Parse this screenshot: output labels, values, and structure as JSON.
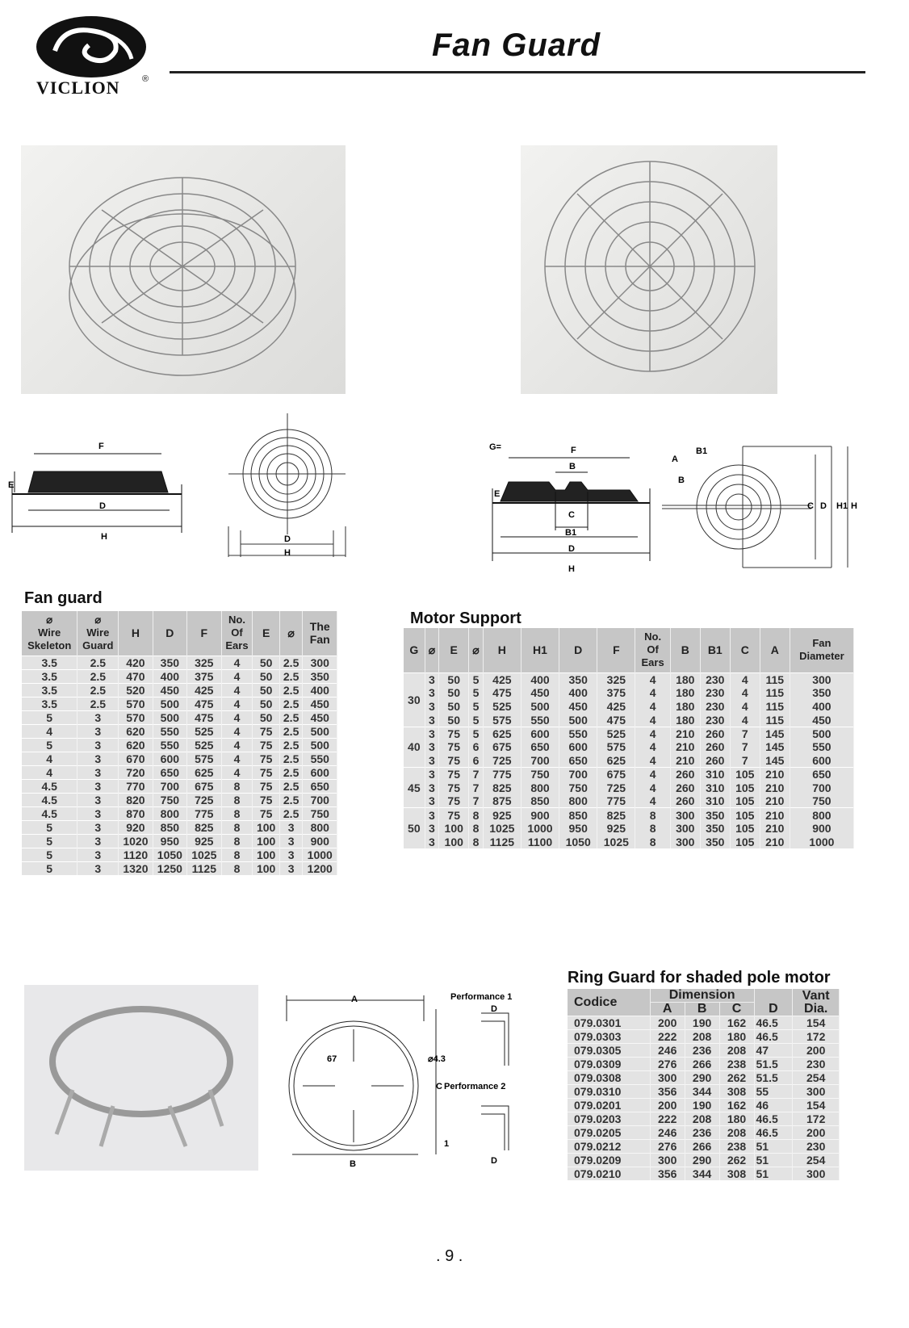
{
  "header": {
    "brand": "VICLION",
    "registered": "®",
    "title": "Fan  Guard"
  },
  "diagram_labels": {
    "d1": {
      "F": "F",
      "E": "E",
      "D": "D",
      "H": "H"
    },
    "d2": {
      "D": "D",
      "H": "H"
    },
    "d3": {
      "G": "G=",
      "F": "F",
      "B": "B",
      "E": "E",
      "C": "C",
      "B1": "B1",
      "D": "D",
      "H": "H"
    },
    "d4": {
      "A": "A",
      "B1": "B1",
      "B": "B",
      "C": "C",
      "D": "D",
      "H1": "H1",
      "H": "H"
    },
    "ring": {
      "A": "A",
      "B": "B",
      "C": "C",
      "dim67": "67",
      "phi43": "⌀4.3",
      "perf1": "Performance 1",
      "perf2": "Performance 2",
      "D1": "D",
      "D2": "D",
      "one": "1"
    }
  },
  "fan_guard": {
    "title": "Fan guard",
    "headers": [
      "⌀\nWire\nSkeleton",
      "⌀\nWire\nGuard",
      "H",
      "D",
      "F",
      "No.\nOf\nEars",
      "E",
      "⌀",
      "The\nFan"
    ],
    "rows": [
      [
        "3.5",
        "2.5",
        "420",
        "350",
        "325",
        "4",
        "50",
        "2.5",
        "300"
      ],
      [
        "3.5",
        "2.5",
        "470",
        "400",
        "375",
        "4",
        "50",
        "2.5",
        "350"
      ],
      [
        "3.5",
        "2.5",
        "520",
        "450",
        "425",
        "4",
        "50",
        "2.5",
        "400"
      ],
      [
        "3.5",
        "2.5",
        "570",
        "500",
        "475",
        "4",
        "50",
        "2.5",
        "450"
      ],
      [
        "5",
        "3",
        "570",
        "500",
        "475",
        "4",
        "50",
        "2.5",
        "450"
      ],
      [
        "4",
        "3",
        "620",
        "550",
        "525",
        "4",
        "75",
        "2.5",
        "500"
      ],
      [
        "5",
        "3",
        "620",
        "550",
        "525",
        "4",
        "75",
        "2.5",
        "500"
      ],
      [
        "4",
        "3",
        "670",
        "600",
        "575",
        "4",
        "75",
        "2.5",
        "550"
      ],
      [
        "4",
        "3",
        "720",
        "650",
        "625",
        "4",
        "75",
        "2.5",
        "600"
      ],
      [
        "4.5",
        "3",
        "770",
        "700",
        "675",
        "8",
        "75",
        "2.5",
        "650"
      ],
      [
        "4.5",
        "3",
        "820",
        "750",
        "725",
        "8",
        "75",
        "2.5",
        "700"
      ],
      [
        "4.5",
        "3",
        "870",
        "800",
        "775",
        "8",
        "75",
        "2.5",
        "750"
      ],
      [
        "5",
        "3",
        "920",
        "850",
        "825",
        "8",
        "100",
        "3",
        "800"
      ],
      [
        "5",
        "3",
        "1020",
        "950",
        "925",
        "8",
        "100",
        "3",
        "900"
      ],
      [
        "5",
        "3",
        "1120",
        "1050",
        "1025",
        "8",
        "100",
        "3",
        "1000"
      ],
      [
        "5",
        "3",
        "1320",
        "1250",
        "1125",
        "8",
        "100",
        "3",
        "1200"
      ]
    ]
  },
  "motor_support": {
    "title": "Motor Support",
    "headers": [
      "G",
      "⌀",
      "E",
      "⌀",
      "H",
      "H1",
      "D",
      "F",
      "No.\nOf\nEars",
      "B",
      "B1",
      "C",
      "A",
      "Fan\nDiameter"
    ],
    "groups": [
      {
        "G": "30",
        "rows": [
          [
            "3",
            "50",
            "5",
            "425",
            "400",
            "350",
            "325",
            "4",
            "180",
            "230",
            "4",
            "115",
            "300"
          ],
          [
            "3",
            "50",
            "5",
            "475",
            "450",
            "400",
            "375",
            "4",
            "180",
            "230",
            "4",
            "115",
            "350"
          ],
          [
            "3",
            "50",
            "5",
            "525",
            "500",
            "450",
            "425",
            "4",
            "180",
            "230",
            "4",
            "115",
            "400"
          ],
          [
            "3",
            "50",
            "5",
            "575",
            "550",
            "500",
            "475",
            "4",
            "180",
            "230",
            "4",
            "115",
            "450"
          ]
        ]
      },
      {
        "G": "40",
        "rows": [
          [
            "3",
            "75",
            "5",
            "625",
            "600",
            "550",
            "525",
            "4",
            "210",
            "260",
            "7",
            "145",
            "500"
          ],
          [
            "3",
            "75",
            "6",
            "675",
            "650",
            "600",
            "575",
            "4",
            "210",
            "260",
            "7",
            "145",
            "550"
          ],
          [
            "3",
            "75",
            "6",
            "725",
            "700",
            "650",
            "625",
            "4",
            "210",
            "260",
            "7",
            "145",
            "600"
          ]
        ]
      },
      {
        "G": "45",
        "rows": [
          [
            "3",
            "75",
            "7",
            "775",
            "750",
            "700",
            "675",
            "4",
            "260",
            "310",
            "105",
            "210",
            "650"
          ],
          [
            "3",
            "75",
            "7",
            "825",
            "800",
            "750",
            "725",
            "4",
            "260",
            "310",
            "105",
            "210",
            "700"
          ],
          [
            "3",
            "75",
            "7",
            "875",
            "850",
            "800",
            "775",
            "4",
            "260",
            "310",
            "105",
            "210",
            "750"
          ]
        ]
      },
      {
        "G": "50",
        "rows": [
          [
            "3",
            "75",
            "8",
            "925",
            "900",
            "850",
            "825",
            "8",
            "300",
            "350",
            "105",
            "210",
            "800"
          ],
          [
            "3",
            "100",
            "8",
            "1025",
            "1000",
            "950",
            "925",
            "8",
            "300",
            "350",
            "105",
            "210",
            "900"
          ],
          [
            "3",
            "100",
            "8",
            "1125",
            "1100",
            "1050",
            "1025",
            "8",
            "300",
            "350",
            "105",
            "210",
            "1000"
          ]
        ]
      }
    ]
  },
  "ring_guard": {
    "title": "Ring Guard for shaded pole motor",
    "headers": {
      "codice": "Codice",
      "dimension": "Dimension",
      "A": "A",
      "B": "B",
      "C": "C",
      "D": "D",
      "vant": "Vant\nDia."
    },
    "rows": [
      [
        "079.0301",
        "200",
        "190",
        "162",
        "46.5",
        "154"
      ],
      [
        "079.0303",
        "222",
        "208",
        "180",
        "46.5",
        "172"
      ],
      [
        "079.0305",
        "246",
        "236",
        "208",
        "47",
        "200"
      ],
      [
        "079.0309",
        "276",
        "266",
        "238",
        "51.5",
        "230"
      ],
      [
        "079.0308",
        "300",
        "290",
        "262",
        "51.5",
        "254"
      ],
      [
        "079.0310",
        "356",
        "344",
        "308",
        "55",
        "300"
      ],
      [
        "079.0201",
        "200",
        "190",
        "162",
        "46",
        "154"
      ],
      [
        "079.0203",
        "222",
        "208",
        "180",
        "46.5",
        "172"
      ],
      [
        "079.0205",
        "246",
        "236",
        "208",
        "46.5",
        "200"
      ],
      [
        "079.0212",
        "276",
        "266",
        "238",
        "51",
        "230"
      ],
      [
        "079.0209",
        "300",
        "290",
        "262",
        "51",
        "254"
      ],
      [
        "079.0210",
        "356",
        "344",
        "308",
        "51",
        "300"
      ]
    ]
  },
  "footer": {
    "page": ". 9 ."
  }
}
